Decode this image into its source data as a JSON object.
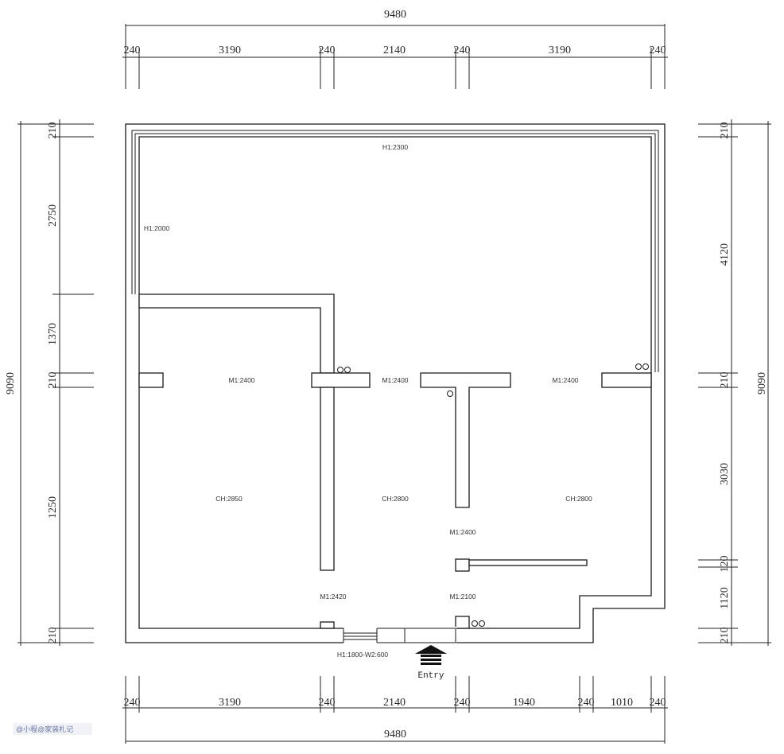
{
  "dimensions": {
    "top_total": "9480",
    "top_segments": [
      "240",
      "3190",
      "240",
      "2140",
      "240",
      "3190",
      "240"
    ],
    "bottom_total": "9480",
    "bottom_segments": [
      "240",
      "3190",
      "240",
      "2140",
      "240",
      "1940",
      "240",
      "1010",
      "240"
    ],
    "left_total": "9090",
    "left_segments": [
      "210",
      "2750",
      "1370",
      "210",
      "1250",
      "210"
    ],
    "right_total": "9090",
    "right_segments": [
      "210",
      "4120",
      "210",
      "3030",
      "120",
      "1120",
      "210"
    ]
  },
  "labels": {
    "top_room_h": "H1:2300",
    "left_room_h": "H1:2000",
    "door_1": "M1:2400",
    "door_2": "M1:2400",
    "door_3": "M1:2400",
    "room_1": "CH:2850",
    "room_2": "CH:2800",
    "room_3": "CH:2800",
    "window_mid": "M1:2400",
    "bottom_door_1": "M1:2420",
    "bottom_door_2": "M1:2100",
    "window_bottom": "H1:1800-W2:600",
    "entry": "Entry"
  },
  "watermark": "@小程@家装札记",
  "colors": {
    "line": "#1a1a1a",
    "watermark": "#6a78a8"
  }
}
